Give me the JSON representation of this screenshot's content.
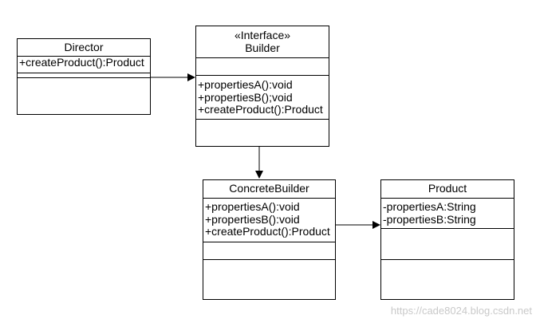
{
  "classes": {
    "director": {
      "name": "Director",
      "operations": [
        "+createProduct():Product"
      ]
    },
    "builder": {
      "stereotype": "«Interface»",
      "name": "Builder",
      "operations": [
        "+propertiesA():void",
        "+propertiesB();void",
        "+createProduct():Product"
      ]
    },
    "concrete_builder": {
      "name": "ConcreteBuilder",
      "operations": [
        "+propertiesA():void",
        "+propertiesB():void",
        "+createProduct():Product"
      ]
    },
    "product": {
      "name": "Product",
      "attributes": [
        "-propertiesA:String",
        "-propertiesB:String"
      ]
    }
  },
  "watermark": "https://cade8024.blog.csdn.net"
}
